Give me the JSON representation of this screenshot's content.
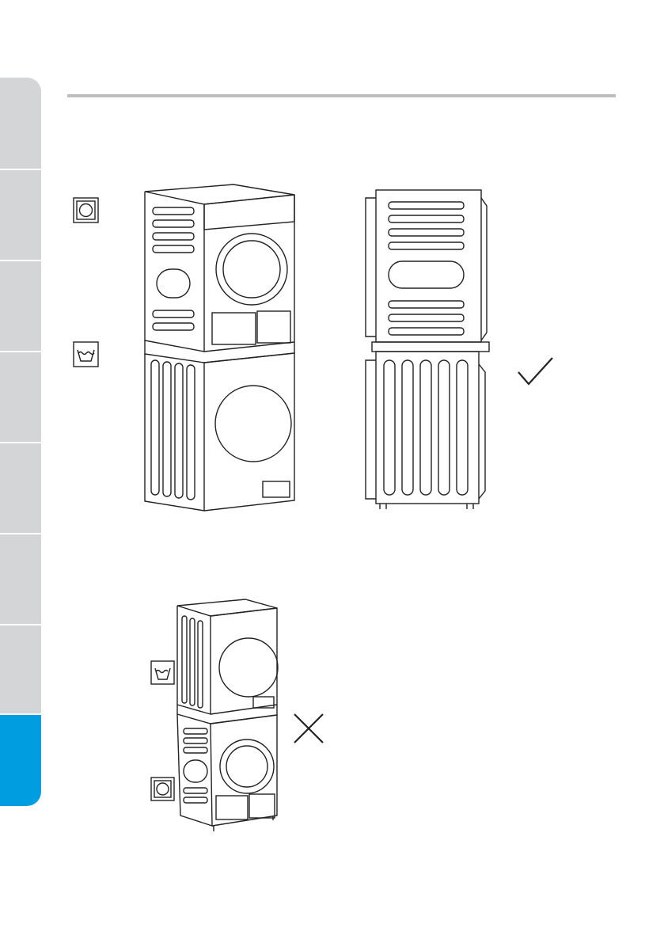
{
  "page": {
    "background": "#ffffff",
    "rule_color": "#bdbdbd"
  },
  "side_tabs": {
    "items": [
      {
        "state": "inactive"
      },
      {
        "state": "inactive"
      },
      {
        "state": "inactive"
      },
      {
        "state": "inactive"
      },
      {
        "state": "inactive"
      },
      {
        "state": "inactive"
      },
      {
        "state": "inactive"
      },
      {
        "state": "active"
      }
    ],
    "inactive_color": "#d4d5d7",
    "active_color": "#009ee0"
  },
  "figures": [
    {
      "name": "correct-stacking",
      "upper_unit_icon": "tumble-dryer-icon",
      "lower_unit_icon": "washing-machine-icon",
      "verdict_icon": "checkmark-icon"
    },
    {
      "name": "incorrect-stacking",
      "upper_unit_icon": "washing-machine-icon",
      "lower_unit_icon": "tumble-dryer-icon",
      "verdict_icon": "cross-icon"
    }
  ]
}
